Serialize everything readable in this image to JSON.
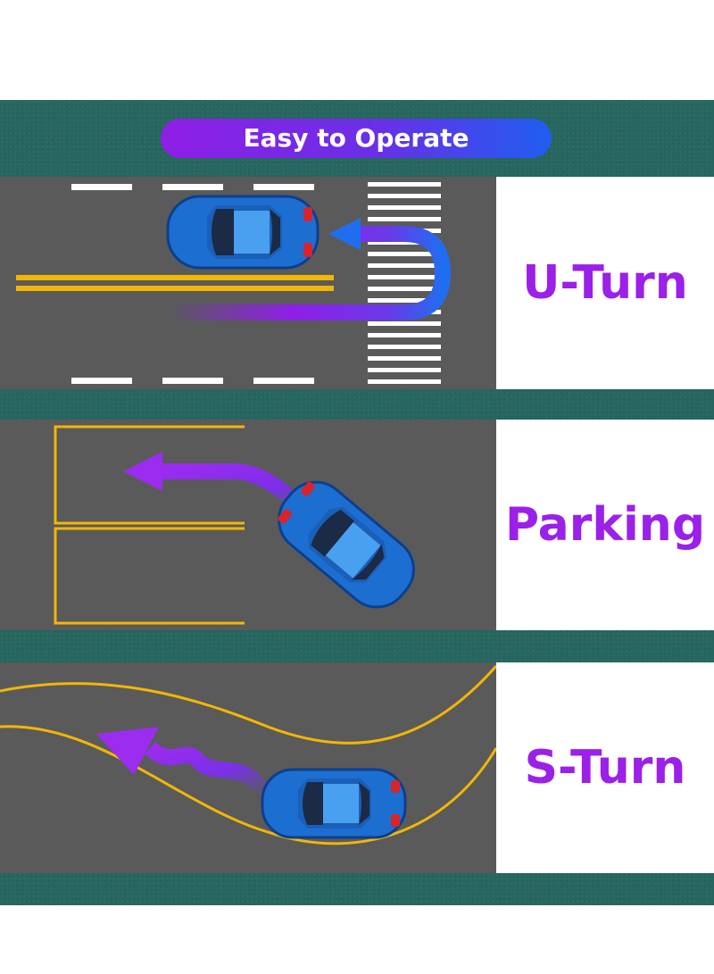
{
  "header": {
    "title": "Easy to Operate"
  },
  "panels": [
    {
      "label": "U-Turn"
    },
    {
      "label": "Parking"
    },
    {
      "label": "S-Turn"
    }
  ],
  "colors": {
    "background_green": "#27665f",
    "road_gray": "#5a5a5a",
    "lane_yellow": "#f2b705",
    "label_purple": "#9b20e8",
    "car_blue": "#1c6fd1"
  }
}
